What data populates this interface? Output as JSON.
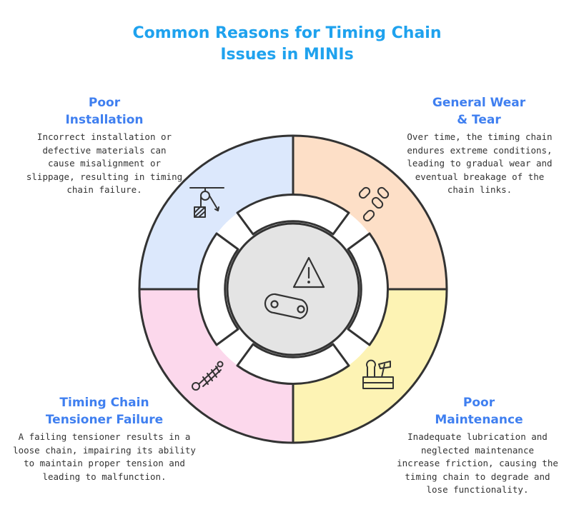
{
  "title": {
    "line1": "Common Reasons for Timing Chain",
    "line2": "Issues in MINIs"
  },
  "sections": [
    {
      "id": "poor-installation",
      "heading": [
        "Poor",
        "Installation"
      ],
      "description": [
        "Incorrect installation or",
        "defective materials can",
        "cause misalignment or",
        "slippage, resulting in timing",
        "chain failure."
      ],
      "color": "#dce8fc",
      "icon": "pulley-icon"
    },
    {
      "id": "general-wear",
      "heading": [
        "General Wear",
        "& Tear"
      ],
      "description": [
        "Over time, the timing chain",
        "endures extreme conditions,",
        "leading to gradual wear and",
        "eventual breakage of the",
        "chain links."
      ],
      "color": "#fddfc7",
      "icon": "chain-icon"
    },
    {
      "id": "timing-chain-tensioner",
      "heading": [
        "Timing Chain",
        "Tensioner Failure"
      ],
      "description": [
        "A failing tensioner results in a",
        "loose chain, impairing its ability",
        "to maintain proper tension and",
        "leading to malfunction."
      ],
      "color": "#fcd8ec",
      "icon": "tensioner-icon"
    },
    {
      "id": "poor-maintenance",
      "heading": [
        "Poor",
        "Maintenance"
      ],
      "description": [
        "Inadequate lubrication and",
        "neglected maintenance",
        "increase friction, causing the",
        "timing chain to degrade and",
        "lose functionality."
      ],
      "color": "#fdf3b4",
      "icon": "toolbox-icon"
    }
  ],
  "center": {
    "color": "#e4e4e4",
    "icons": [
      "warning-icon",
      "chain-link-icon"
    ]
  },
  "colors": {
    "title": "#1fa2ee",
    "heading": "#3f7ff0",
    "outline": "#333333"
  }
}
